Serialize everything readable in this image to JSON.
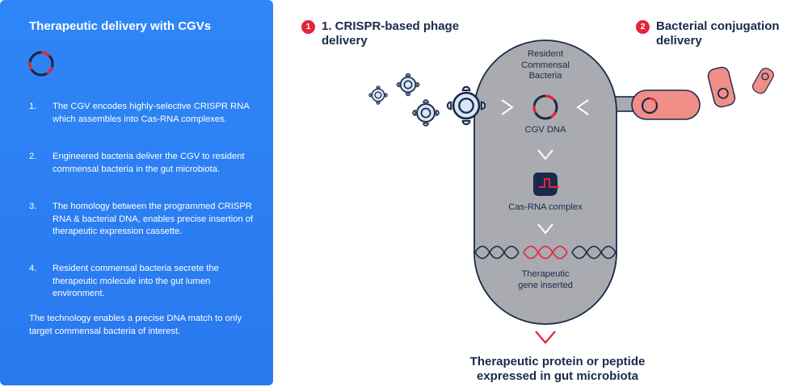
{
  "panel": {
    "title": "Therapeutic delivery with CGVs",
    "icon": "cgv-plasmid-icon",
    "steps": [
      {
        "num": "1.",
        "text": "The CGV encodes highly-selective CRISPR RNA which assembles into Cas-RNA complexes."
      },
      {
        "num": "2.",
        "text": "Engineered bacteria deliver the CGV to resident commensal bacteria in the gut microbiota."
      },
      {
        "num": "3.",
        "text": "The homology between the programmed CRISPR RNA & bacterial DNA, enables precise insertion of therapeutic expression cassette."
      },
      {
        "num": "4.",
        "text": "Resident commensal bacteria secrete the therapeutic molecule into the gut lumen environment."
      }
    ],
    "footer": "The technology enables a precise DNA match to only target commensal bacteria of interest."
  },
  "diagram": {
    "route1": {
      "badge": "1",
      "title_line1": "1. CRISPR-based phage",
      "title_line2": "delivery"
    },
    "route2": {
      "badge": "2",
      "title_line1": "Bacterial conjugation",
      "title_line2": "delivery"
    },
    "cell_label": [
      "Resident",
      "Commensal",
      "Bacteria"
    ],
    "cgv_label": "CGV DNA",
    "cas_label": "Cas-RNA complex",
    "gene_label": [
      "Therapeutic",
      "gene inserted"
    ],
    "outcome": [
      "Therapeutic protein or peptide",
      "expressed in gut microbiota"
    ]
  },
  "colors": {
    "panel_blue": "#2b7ef2",
    "navy": "#1a2a4a",
    "accent_red": "#e5243b",
    "cell_grey": "#a9abb0",
    "phage_light_blue": "#d8e6f7",
    "donor_pink": "#f08e88"
  }
}
